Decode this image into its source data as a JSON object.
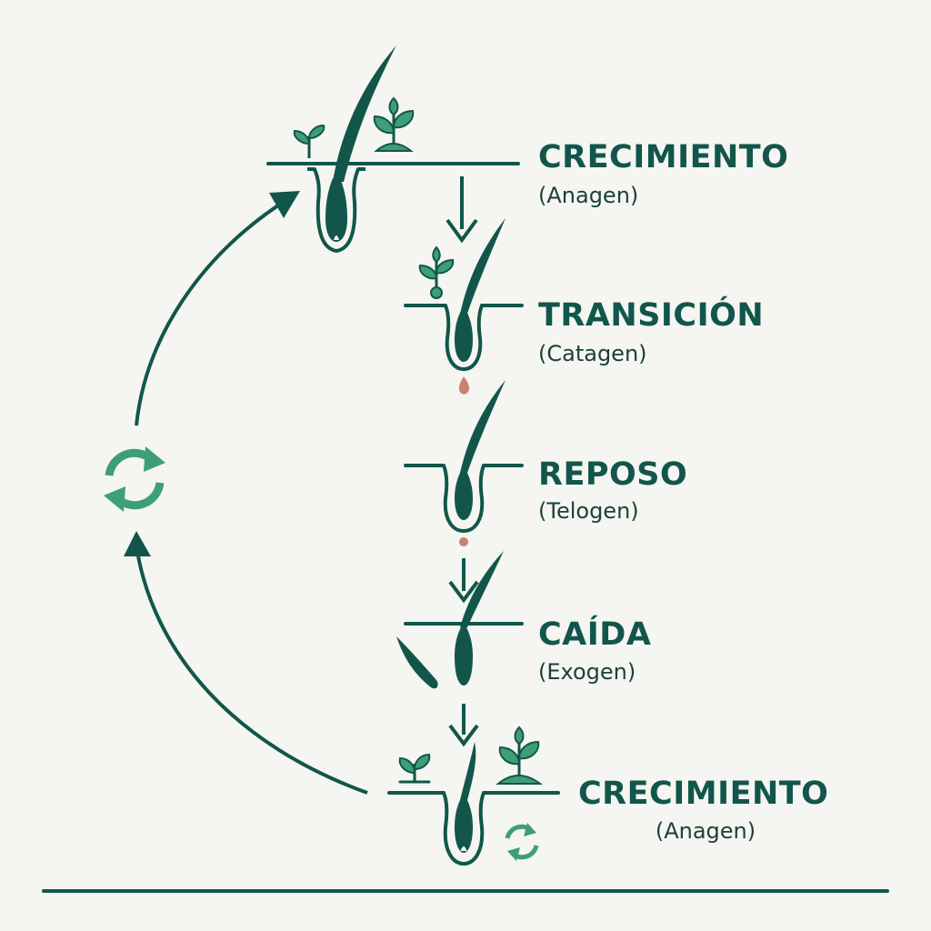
{
  "colors": {
    "primary": "#12564b",
    "leaf": "#3e9e76",
    "leaf_dark": "#1e6b55",
    "drop": "#c9826e",
    "background": "#f5f5f1"
  },
  "icons": [
    "hair-follicle-icon",
    "sprout-icon",
    "recycle-arrows-icon",
    "down-arrow-icon",
    "drop-icon"
  ],
  "stages": [
    {
      "title": "CRECIMIENTO",
      "subtitle": "(Anagen)"
    },
    {
      "title": "TRANSICIÓN",
      "subtitle": "(Catagen)"
    },
    {
      "title": "REPOSO",
      "subtitle": "(Telogen)"
    },
    {
      "title": "CAÍDA",
      "subtitle": "(Exogen)"
    },
    {
      "title": "CRECIMIENTO",
      "subtitle": "(Anagen)"
    }
  ]
}
